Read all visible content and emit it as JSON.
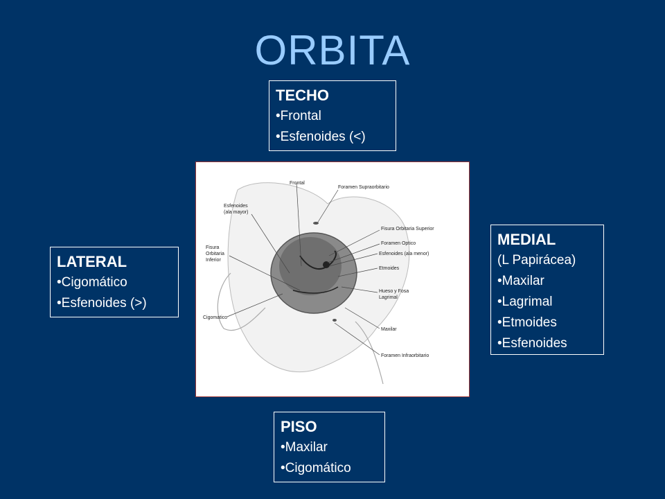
{
  "title": "ORBITA",
  "boxes": {
    "techo": {
      "heading": "TECHO",
      "lines": [
        "Frontal",
        "Esfenoides (<)"
      ]
    },
    "lateral": {
      "heading": "LATERAL",
      "lines": [
        "Cigomático",
        "Esfenoides (>)"
      ]
    },
    "medial": {
      "heading": "MEDIAL",
      "sub": "(L Papirácea)",
      "lines": [
        "Maxilar",
        "Lagrimal",
        "Etmoides",
        "Esfenoides"
      ]
    },
    "piso": {
      "heading": "PISO",
      "lines": [
        "Maxilar",
        "Cigomático"
      ]
    }
  },
  "figure": {
    "labels": {
      "frontal": "Frontal",
      "foramen_supraorbitario": "Foramen Supraorbitario",
      "esfenoides_ala_mayor_1": "Esfenoides",
      "esfenoides_ala_mayor_2": "(ala mayor)",
      "fisura_orb_sup": "Fisura Orbitaria Superior",
      "foramen_optico": "Foramen Optico",
      "esfenoides_ala_menor": "Esfenoides (ala menor)",
      "fisura_inf_1": "Fisura",
      "fisura_inf_2": "Orbitaria",
      "fisura_inf_3": "Inferior",
      "etmoides": "Etmoides",
      "hueso_fosa_1": "Hueso y Fosa",
      "hueso_fosa_2": "Lagrimal",
      "cigomatico": "Cigomatico",
      "maxilar": "Maxilar",
      "foramen_infraorbitario": "Foramen Infraorbitario"
    }
  }
}
